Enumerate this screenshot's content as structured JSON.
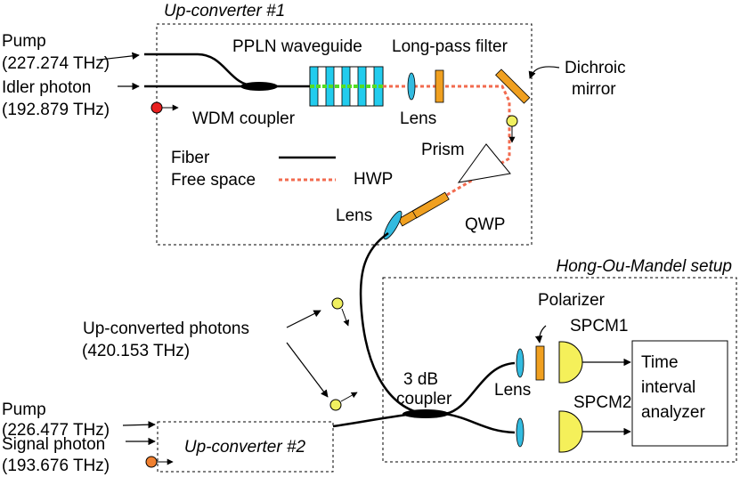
{
  "upconverter1": {
    "title": "Up-converter #1"
  },
  "upconverter2": {
    "title": "Up-converter #2"
  },
  "hom": {
    "title": "Hong-Ou-Mandel setup"
  },
  "labels": {
    "pump1_name": "Pump",
    "pump1_freq": "(227.274 THz)",
    "idler_name": "Idler photon",
    "idler_freq": "(192.879 THz)",
    "wdm": "WDM coupler",
    "ppln": "PPLN waveguide",
    "lpf": "Long-pass filter",
    "lens_top": "Lens",
    "dichroic_1": "Dichroic",
    "dichroic_2": "mirror",
    "prism": "Prism",
    "hwp": "HWP",
    "qwp": "QWP",
    "lens_mid": "Lens",
    "fiber": "Fiber",
    "free_space": "Free space",
    "upconv_1": "Up-converted photons",
    "upconv_2": "(420.153 THz)",
    "pump2_name": "Pump",
    "pump2_freq": "(226.477 THz)",
    "signal_name": "Signal photon",
    "signal_freq": "(193.676 THz)",
    "coupler_1": "3 dB",
    "coupler_2": "coupler",
    "polarizer": "Polarizer",
    "spcm1": "SPCM1",
    "spcm2": "SPCM2",
    "lens_hom": "Lens",
    "tia_1": "Time",
    "tia_2": "interval",
    "tia_3": "analyzer"
  },
  "colors": {
    "free_space": "#f26b4f",
    "waveguide_core": "#55dd22",
    "ppln_domain": "#22ccee",
    "lens": "#33bbe0",
    "waveplate": "#f0a020",
    "detector": "#f5f05a",
    "idler_photon": "#e82020",
    "upconverted_photon": "#f0f060",
    "signal_photon": "#f08030"
  }
}
